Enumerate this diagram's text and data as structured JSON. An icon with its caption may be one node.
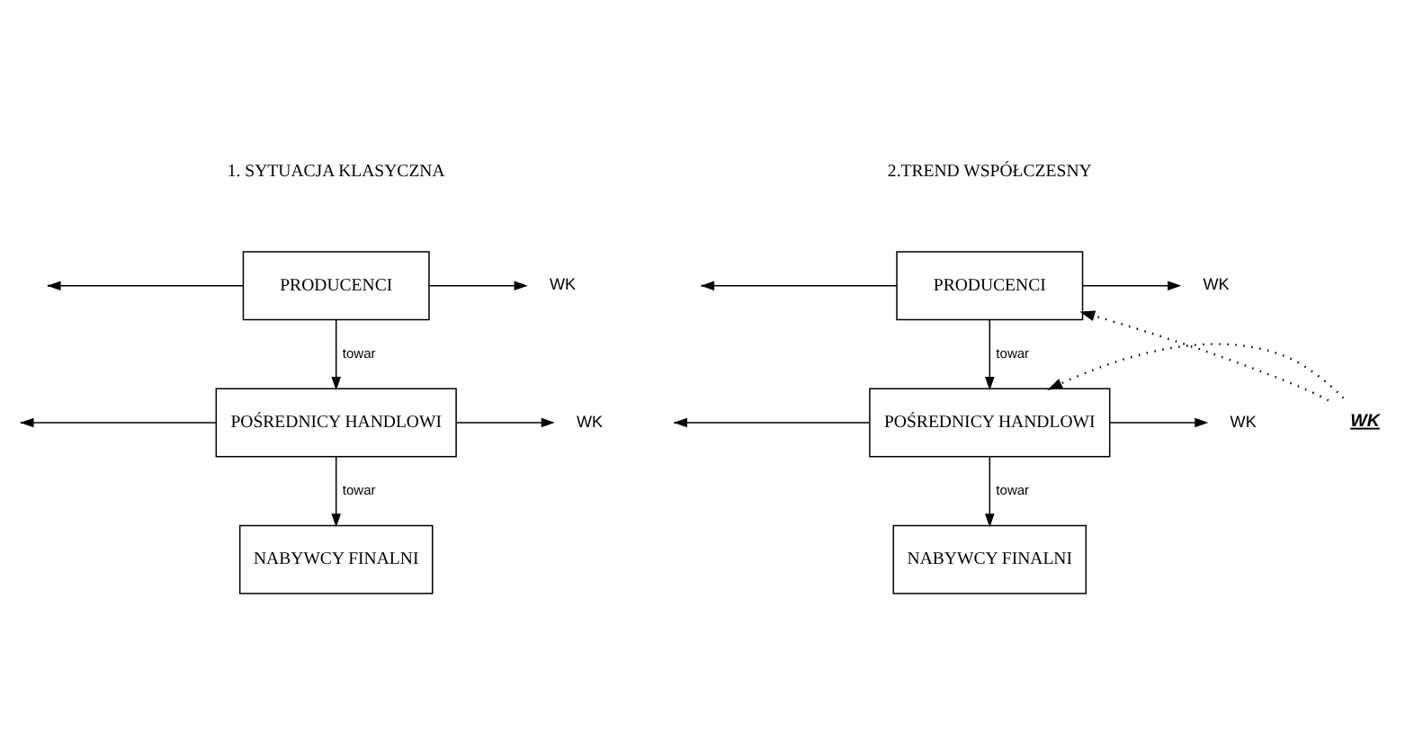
{
  "diagram": {
    "nodes": [
      {
        "text": [
          "PRODUCENCI"
        ]
      },
      {
        "text": [
          "WK"
        ]
      },
      {
        "text": [
          "POŚREDNICY HANDLOWI"
        ]
      },
      {
        "text": [
          "WK"
        ]
      },
      {
        "text": [
          "NABYWCY FINALNI"
        ]
      },
      {
        "text": [
          "PRODUCENCI"
        ]
      },
      {
        "text": [
          "WK"
        ]
      },
      {
        "text": [
          "WK"
        ]
      },
      {
        "text": [
          "POŚREDNICY HANDLOWI"
        ]
      },
      {
        "text": [
          "WK"
        ]
      },
      {
        "text": [
          "NABYWCY FINALNI"
        ]
      }
    ],
    "edges": [
      {
        "from": 0,
        "to": 1,
        "arrow": "to"
      },
      {
        "from": 0,
        "to": null,
        "arrow": "to"
      },
      {
        "from": 0,
        "to": 2,
        "arrow": "to",
        "label": "towar"
      },
      {
        "from": 2,
        "to": 3,
        "arrow": "to"
      },
      {
        "from": 2,
        "to": null,
        "arrow": "to"
      },
      {
        "from": 2,
        "to": 4,
        "arrow": "to",
        "label": "towar"
      },
      {
        "from": 5,
        "to": 6,
        "arrow": "to"
      },
      {
        "from": 5,
        "to": null,
        "arrow": "to"
      },
      {
        "from": 5,
        "to": 8,
        "arrow": "to",
        "label": "towar"
      },
      {
        "from": 7,
        "to": 5,
        "arrow": "to",
        "style": "dashed"
      },
      {
        "from": 7,
        "to": 8,
        "arrow": "to",
        "style": "dashed"
      },
      {
        "from": 8,
        "to": 9,
        "arrow": "to"
      },
      {
        "from": 8,
        "to": null,
        "arrow": "to"
      },
      {
        "from": 8,
        "to": 10,
        "arrow": "to",
        "label": "towar"
      }
    ],
    "labels": [
      "1. SYTUACJA KLASYCZNA",
      "2.TREND WSPÓŁCZESNY"
    ]
  }
}
